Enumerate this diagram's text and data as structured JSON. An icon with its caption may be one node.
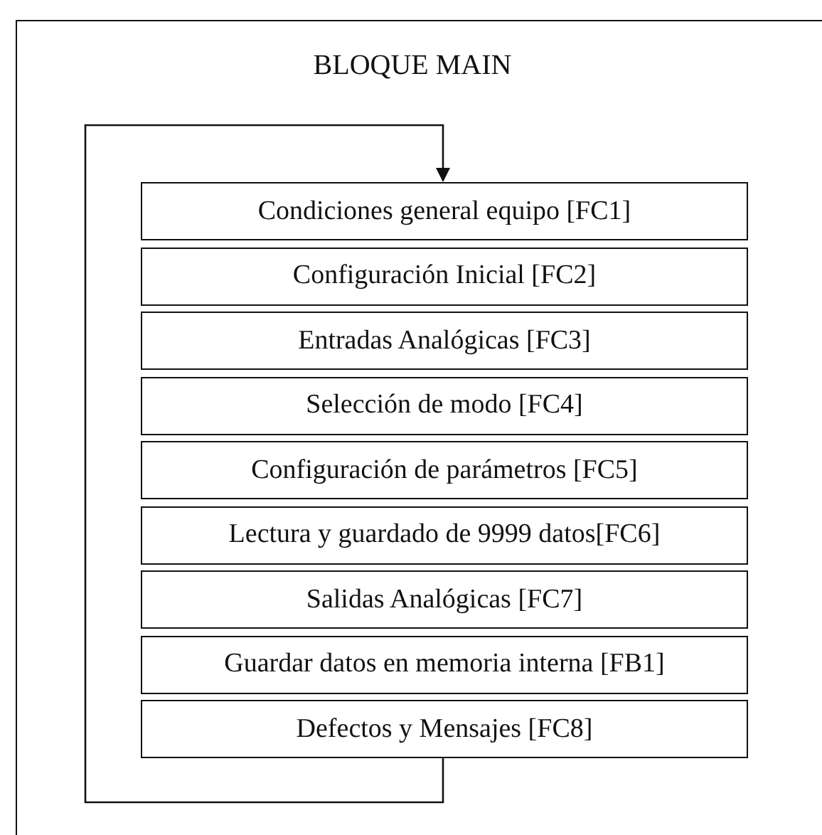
{
  "diagram": {
    "nodes": [
      {
        "text": [
          "BLOQUE MAIN"
        ]
      },
      {
        "text": [
          "Condiciones general equipo [FC1]"
        ],
        "in": 0
      },
      {
        "text": [
          "Configuración Inicial [FC2]"
        ],
        "in": 0
      },
      {
        "text": [
          "Entradas Analógicas [FC3]"
        ],
        "in": 0
      },
      {
        "text": [
          "Selección de modo [FC4]"
        ],
        "in": 0
      },
      {
        "text": [
          "Configuración de parámetros [FC5]"
        ],
        "in": 0
      },
      {
        "text": [
          "Lectura y guardado de 9999 datos[FC6]"
        ],
        "in": 0
      },
      {
        "text": [
          "Salidas Analógicas [FC7]"
        ],
        "in": 0
      },
      {
        "text": [
          "Guardar datos en memoria interna [FB1]"
        ],
        "in": 0
      },
      {
        "text": [
          "Defectos y Mensajes [FC8]"
        ],
        "in": 0
      }
    ],
    "edges": [
      {
        "from": 9,
        "to": 1,
        "arrow": "to"
      }
    ]
  }
}
